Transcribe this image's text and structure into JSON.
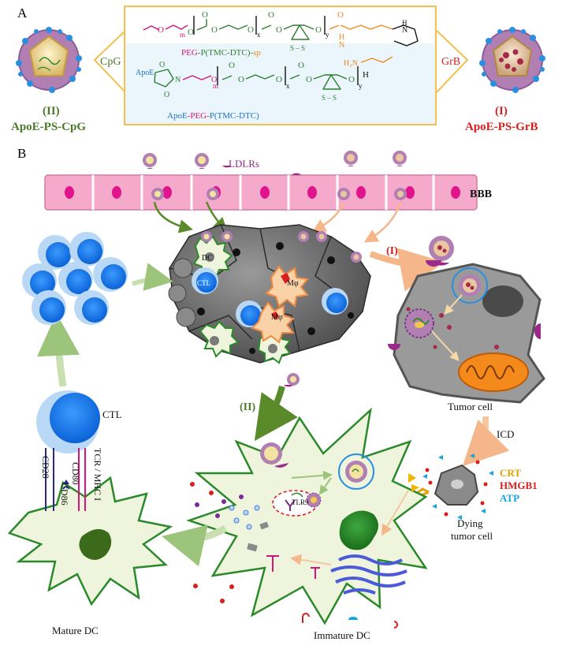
{
  "panel_labels": {
    "a": "A",
    "b": "B"
  },
  "polymers": {
    "top": {
      "formula_label_parts": [
        "PEG",
        "-P(TMC-DTC)-",
        "sp"
      ],
      "subscripts": [
        "m",
        "x",
        "y"
      ],
      "disulfide": "S – S",
      "amine_groups": [
        "H",
        "N",
        "H₂N",
        "H",
        "N"
      ]
    },
    "bottom": {
      "apoe_tag": "ApoE",
      "formula_label_parts": [
        "ApoE",
        "-PEG-",
        "P(TMC-DTC)"
      ],
      "subscripts": [
        "m",
        "x",
        "y"
      ],
      "disulfide": "S – S",
      "end_group": "H"
    }
  },
  "particles": {
    "left": {
      "arrow_label": "CpG",
      "numeral": "(II)",
      "name": "ApoE-PS-CpG"
    },
    "right": {
      "arrow_label": "GrB",
      "numeral": "(I)",
      "name": "ApoE-PS-GrB"
    }
  },
  "labels": {
    "ldlrs": "LDLRs",
    "bbb": "BBB",
    "dc": "DC",
    "ctl_small": "CTL",
    "macrophage": "Mφ",
    "route_one": "(I)",
    "route_two": "(II)",
    "tumor_cell": "Tumor cell",
    "icd": "ICD",
    "crt": "CRT",
    "hmgb1": "HMGB1",
    "atp": "ATP",
    "dying_cell": [
      "Dying",
      "tumor cell"
    ],
    "tlr9": "TLR9",
    "ctl": "CTL",
    "tcr": "TCR",
    "mhc1": "MHC I",
    "cd28": "CD28",
    "cd80": "CD80",
    "cd86": "CD86",
    "mature_dc": "Mature DC",
    "immature_dc": "Immature DC"
  },
  "colors": {
    "peg_magenta": "#d4147a",
    "sp_orange": "#f08a1c",
    "apoe_blue": "#1d6fc4",
    "polymer_green": "#2e7d32",
    "box_border": "#f2c14e",
    "box_fill": "#eaf6fb",
    "green_label": "#4a7a2a",
    "red_label": "#d81e1e",
    "bbb_pink": "#f6aacb",
    "nucleus_pink": "#e0148c",
    "crt_gold": "#e3a200",
    "atp_blue": "#1aa3e0",
    "dc_fill": "#eef5dc",
    "dc_outline": "#2a8a2a"
  }
}
